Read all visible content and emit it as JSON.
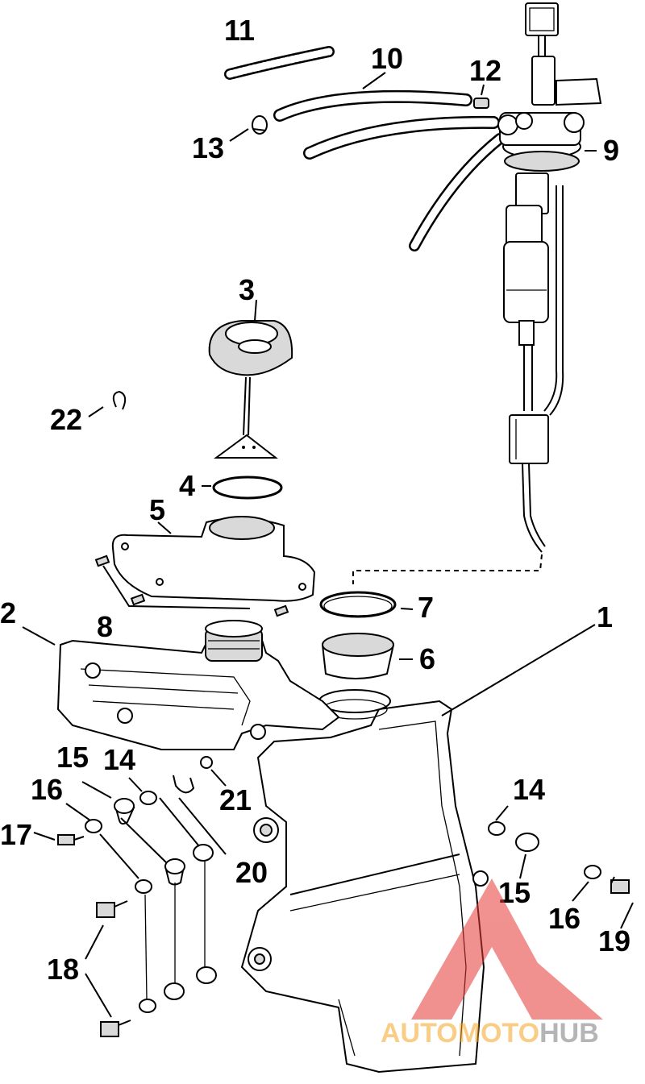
{
  "callouts": {
    "c1": "1",
    "c2": "2",
    "c3": "3",
    "c4": "4",
    "c5": "5",
    "c6": "6",
    "c7": "7",
    "c8": "8",
    "c9": "9",
    "c10": "10",
    "c11": "11",
    "c12": "12",
    "c13": "13",
    "c14a": "14",
    "c14b": "14",
    "c15a": "15",
    "c15b": "15",
    "c16a": "16",
    "c16b": "16",
    "c17": "17",
    "c18": "18",
    "c19": "19",
    "c20": "20",
    "c21": "21",
    "c22": "22"
  },
  "watermark": {
    "part1": "AUTO",
    "part2": "MOTO",
    "part3": "HUB",
    "color_red": "#e53935",
    "color_orange": "#f5a623",
    "color_gray": "#7a7a7a"
  }
}
